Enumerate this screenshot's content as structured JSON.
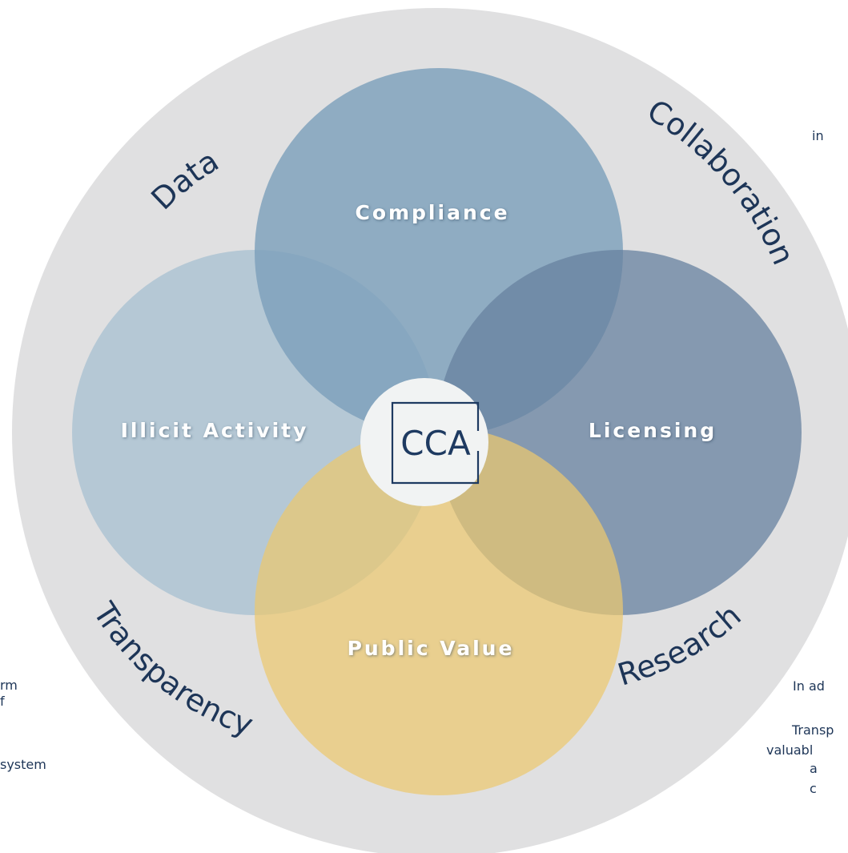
{
  "colors": {
    "outer_ring": "#e0e0e1",
    "compliance": "#7da0bb",
    "illicit_activity": "#b5c8d5",
    "licensing": "#67829f",
    "public_value": "#ebc76f",
    "center_disc": "#f1f3f3",
    "logo": "#1e3a61",
    "ring_text": "#1d3557",
    "circle_text": "#ffffff"
  },
  "ring_words": {
    "data": "Data",
    "collaboration": "Collaboration",
    "research": "Research",
    "transparency": "Transparency"
  },
  "circles": {
    "compliance": "Compliance",
    "licensing": "Licensing",
    "illicit_activity": "Illicit Activity",
    "public_value": "Public Value"
  },
  "logo": {
    "text": "CCA"
  },
  "edge_text": {
    "right_top": "in",
    "right_1": "In ad",
    "right_2": "Transp",
    "right_3": "valuabl",
    "right_4": "a",
    "right_5": "c",
    "left_1": "rm",
    "left_2": "f",
    "left_3": "system"
  }
}
